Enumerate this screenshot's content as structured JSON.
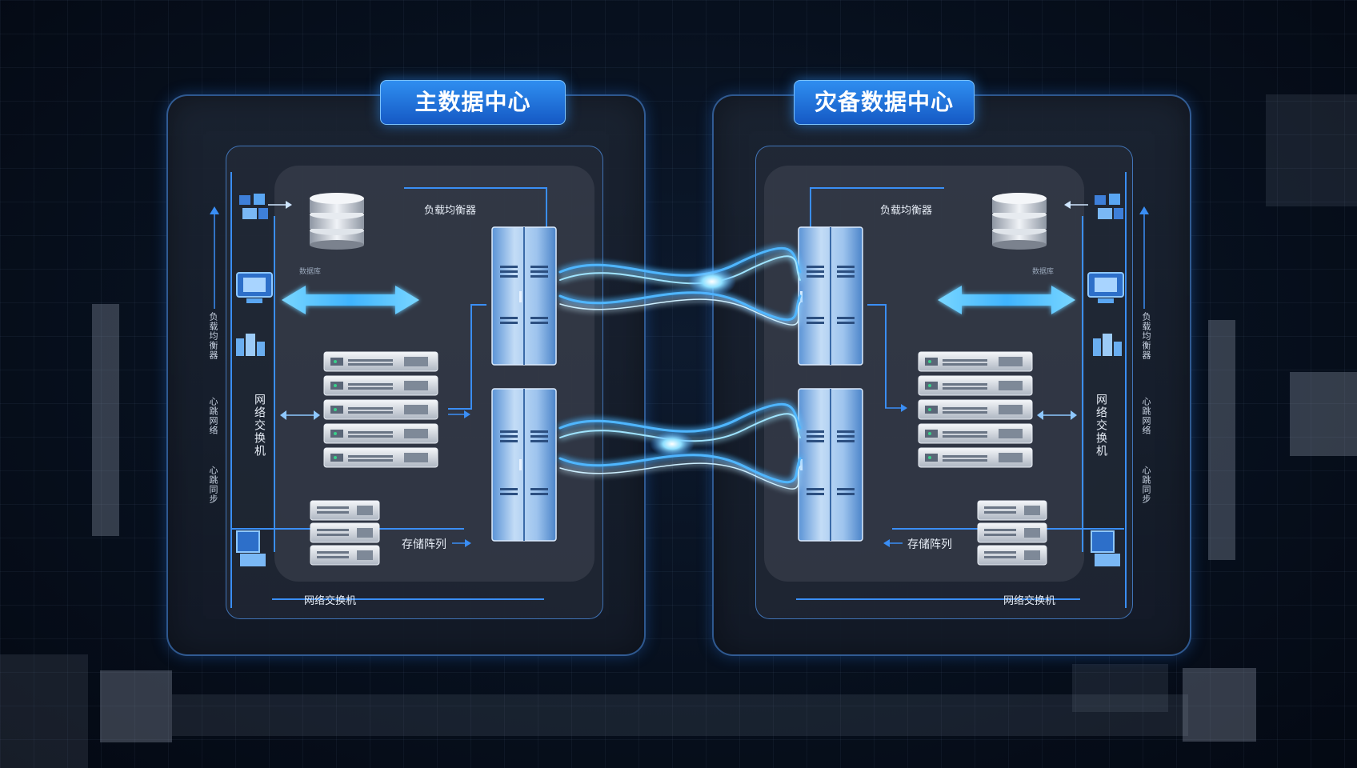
{
  "primary": {
    "title": "主数据中心",
    "load_balancer": "负载均衡器",
    "network_switch_vertical": "网络交换机",
    "storage_array": "存储阵列",
    "network_switch_bottom": "网络交换机",
    "side_label_1": "负载均衡器",
    "side_label_2": "心跳网络",
    "side_label_3": "心跳同步",
    "db_caption": "数据库"
  },
  "backup": {
    "title": "灾备数据中心",
    "load_balancer": "负载均衡器",
    "network_switch_vertical": "网络交换机",
    "storage_array": "存储阵列",
    "network_switch_bottom": "网络交换机",
    "side_label_1": "负载均衡器",
    "side_label_2": "心跳网络",
    "side_label_3": "心跳同步",
    "db_caption": "数据库"
  },
  "colors": {
    "accent": "#2f8ef0",
    "line": "#3a8ef5",
    "glow": "#6fd0ff",
    "background": "#07101e"
  },
  "icons": [
    "database-icon",
    "server-rack-icon",
    "cabinet-icon",
    "storage-icon",
    "bidirectional-arrow-icon",
    "data-stream-icon"
  ]
}
